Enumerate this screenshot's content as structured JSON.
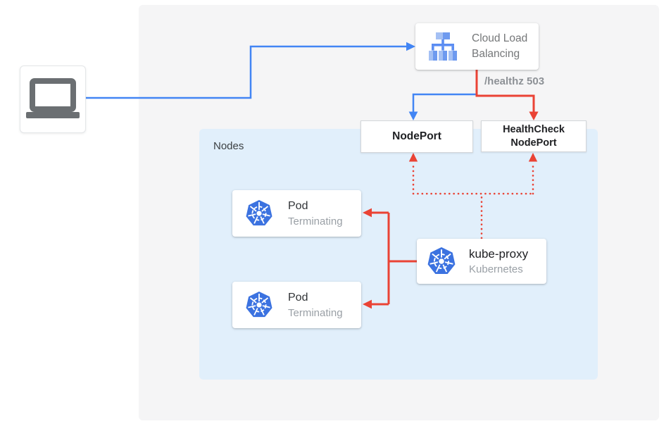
{
  "client": {
    "icon": "laptop-icon"
  },
  "load_balancer": {
    "line1": "Cloud Load",
    "line2": "Balancing",
    "icon": "cloud-load-balancing-icon"
  },
  "edge_labels": {
    "healthz": "/healthz 503"
  },
  "nodeport": {
    "label": "NodePort"
  },
  "healthcheck_nodeport": {
    "line1": "HealthCheck",
    "line2": "NodePort"
  },
  "nodes_panel": {
    "label": "Nodes"
  },
  "pods": [
    {
      "title": "Pod",
      "status": "Terminating",
      "icon": "kubernetes-icon"
    },
    {
      "title": "Pod",
      "status": "Terminating",
      "icon": "kubernetes-icon"
    }
  ],
  "kube_proxy": {
    "title": "kube-proxy",
    "subtitle": "Kubernetes",
    "icon": "kubernetes-icon"
  },
  "colors": {
    "blue_line": "#4285f4",
    "red_line": "#ea4335",
    "outer_panel": "#f5f5f6",
    "nodes_panel": "#e1effb",
    "kubernetes_blue": "#3b72e0",
    "text_dark": "#202124",
    "text_gray": "#757779",
    "muted_gray": "#9aa0a6",
    "healthz_gray": "#8d9196",
    "laptop_gray": "#6b6f72"
  }
}
